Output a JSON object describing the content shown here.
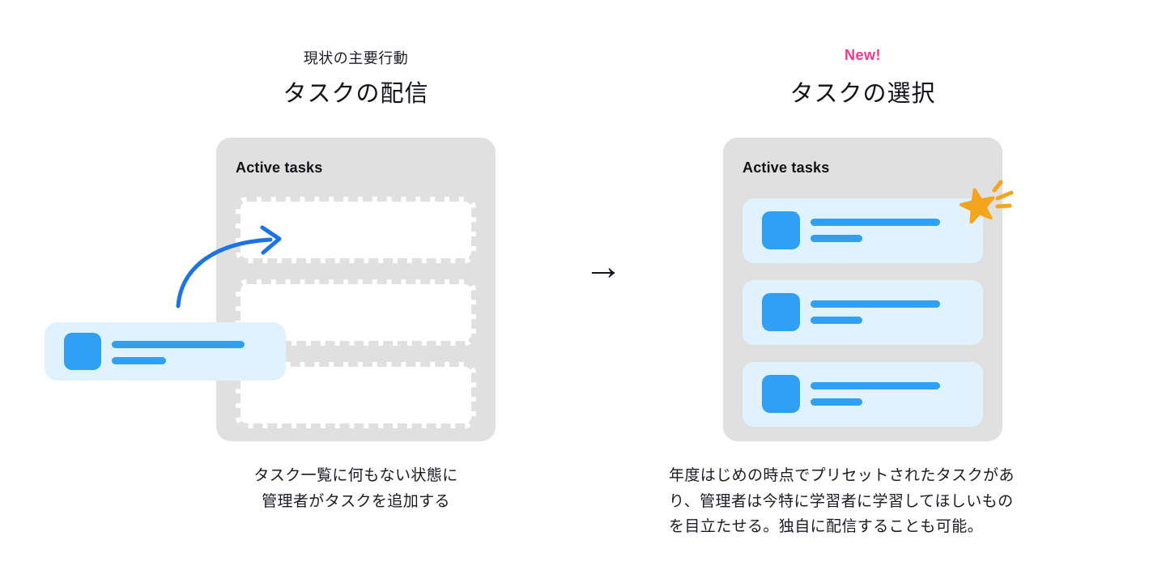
{
  "figure": {
    "background": "#ffffff",
    "transition_arrow": "→"
  },
  "colors": {
    "panel_bg": "#e0e0e0",
    "slot_dash": "#e0e0e0",
    "card_bg": "#e0f2fe",
    "accent_blue": "#2fa0f3",
    "drag_arrow_blue": "#1a73e8",
    "star_orange": "#f5a41e",
    "new_badge_pink": "#f2388f",
    "text_dark": "#16181d"
  },
  "left": {
    "eyebrow": "現状の主要行動",
    "title": "タスクの配信",
    "panel": {
      "header": "Active tasks",
      "empty_slot_count": 3
    },
    "dragged_card": {
      "icon": "task-thumbnail-square",
      "bar_count": 2
    },
    "caption_lines": [
      "タスク一覧に何もない状態に",
      "管理者がタスクを追加する"
    ]
  },
  "right": {
    "badge": "New!",
    "title": "タスクの選択",
    "panel": {
      "header": "Active tasks",
      "card_count": 3,
      "highlighted_card": 1,
      "highlight_icon": "star-sparkle"
    },
    "caption_lines": [
      "年度はじめの時点でプリセットされたタスクがあ",
      "り、管理者は今特に学習者に学習してほしいもの",
      "を目立たせる。独自に配信することも可能。"
    ]
  }
}
